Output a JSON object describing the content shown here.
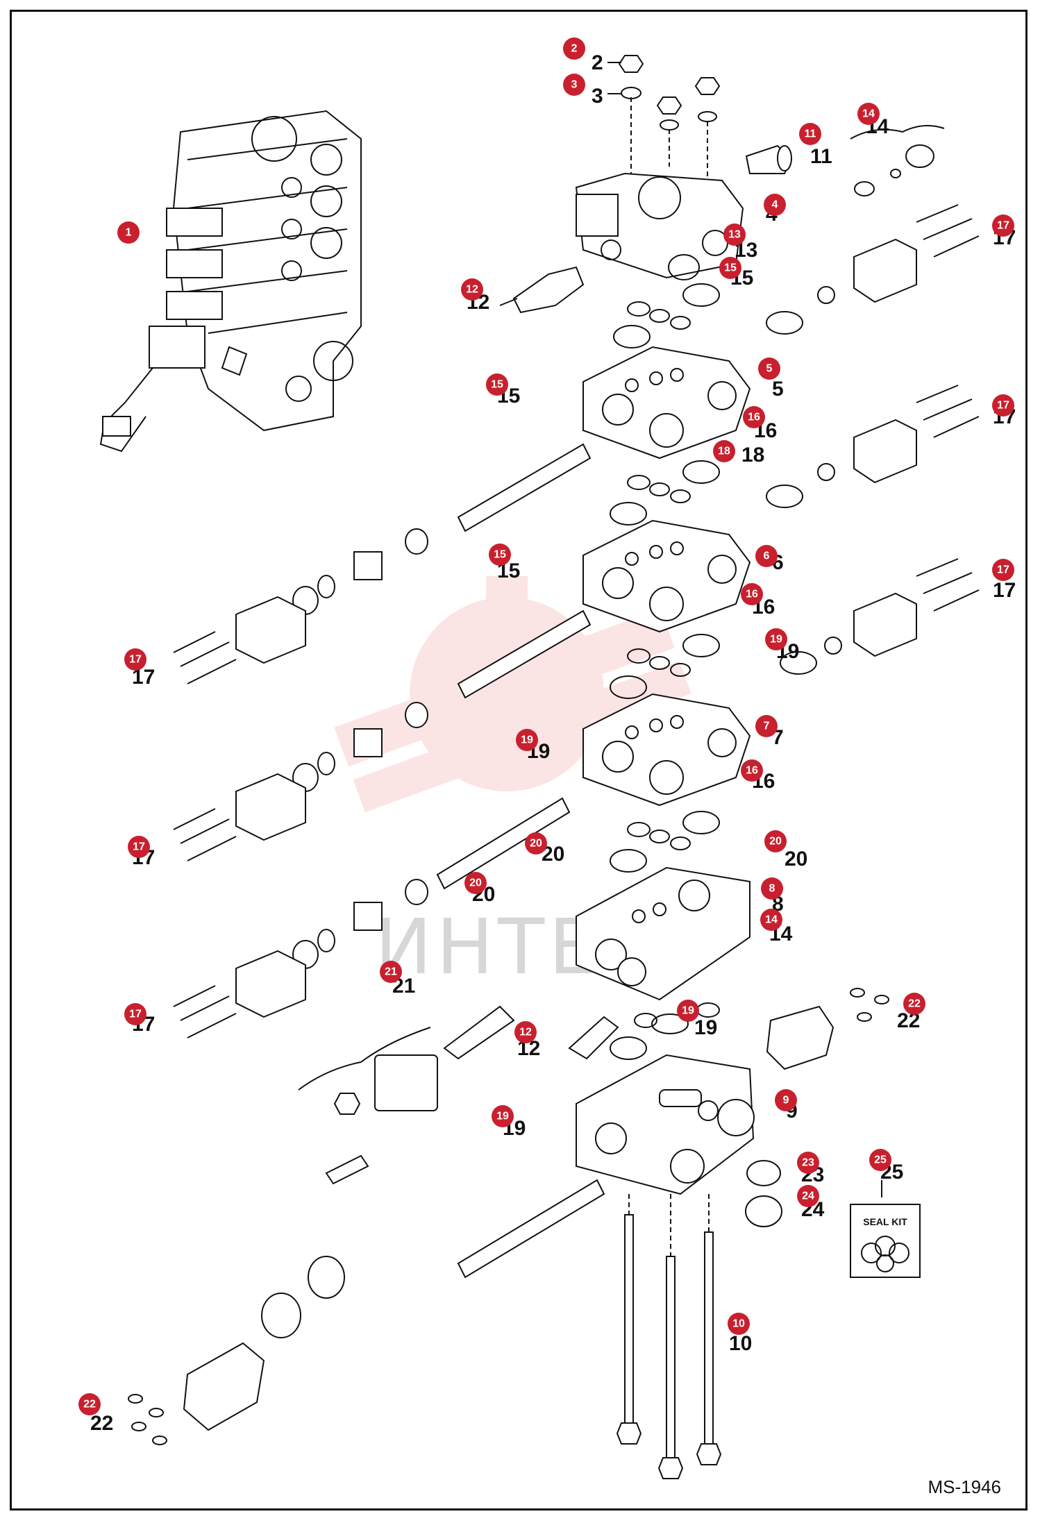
{
  "diagram": {
    "drawing_code": "MS-1946",
    "watermark": "ИНТЕХ",
    "seal_kit_label": "SEAL KIT",
    "callouts": [
      {
        "id": "1",
        "label": "1"
      },
      {
        "id": "2",
        "label": "2"
      },
      {
        "id": "3",
        "label": "3"
      },
      {
        "id": "4",
        "label": "4"
      },
      {
        "id": "5",
        "label": "5"
      },
      {
        "id": "6",
        "label": "6"
      },
      {
        "id": "7",
        "label": "7"
      },
      {
        "id": "8",
        "label": "8"
      },
      {
        "id": "9",
        "label": "9"
      },
      {
        "id": "10",
        "label": "10"
      },
      {
        "id": "11",
        "label": "11"
      },
      {
        "id": "12",
        "label": "12"
      },
      {
        "id": "13",
        "label": "13"
      },
      {
        "id": "14",
        "label": "14"
      },
      {
        "id": "15",
        "label": "15"
      },
      {
        "id": "16",
        "label": "16"
      },
      {
        "id": "17",
        "label": "17"
      },
      {
        "id": "18",
        "label": "18"
      },
      {
        "id": "19",
        "label": "19"
      },
      {
        "id": "20",
        "label": "20"
      },
      {
        "id": "21",
        "label": "21"
      },
      {
        "id": "22",
        "label": "22"
      },
      {
        "id": "23",
        "label": "23"
      },
      {
        "id": "24",
        "label": "24"
      },
      {
        "id": "25",
        "label": "25"
      }
    ]
  }
}
